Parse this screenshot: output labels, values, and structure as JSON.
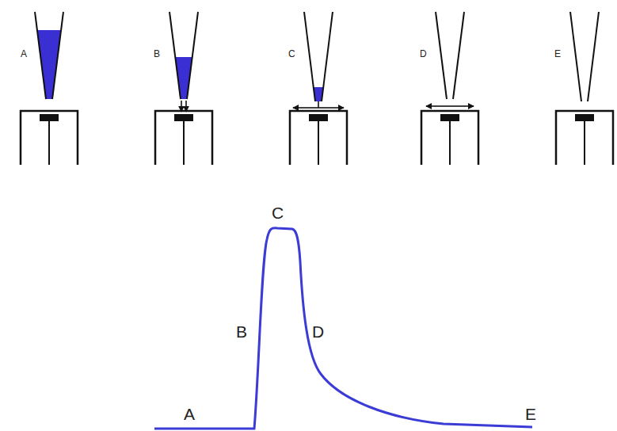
{
  "diagram": {
    "labels": [
      "A",
      "B",
      "C",
      "D",
      "E",
      "C",
      "B",
      "D",
      "A",
      "E"
    ]
  }
}
